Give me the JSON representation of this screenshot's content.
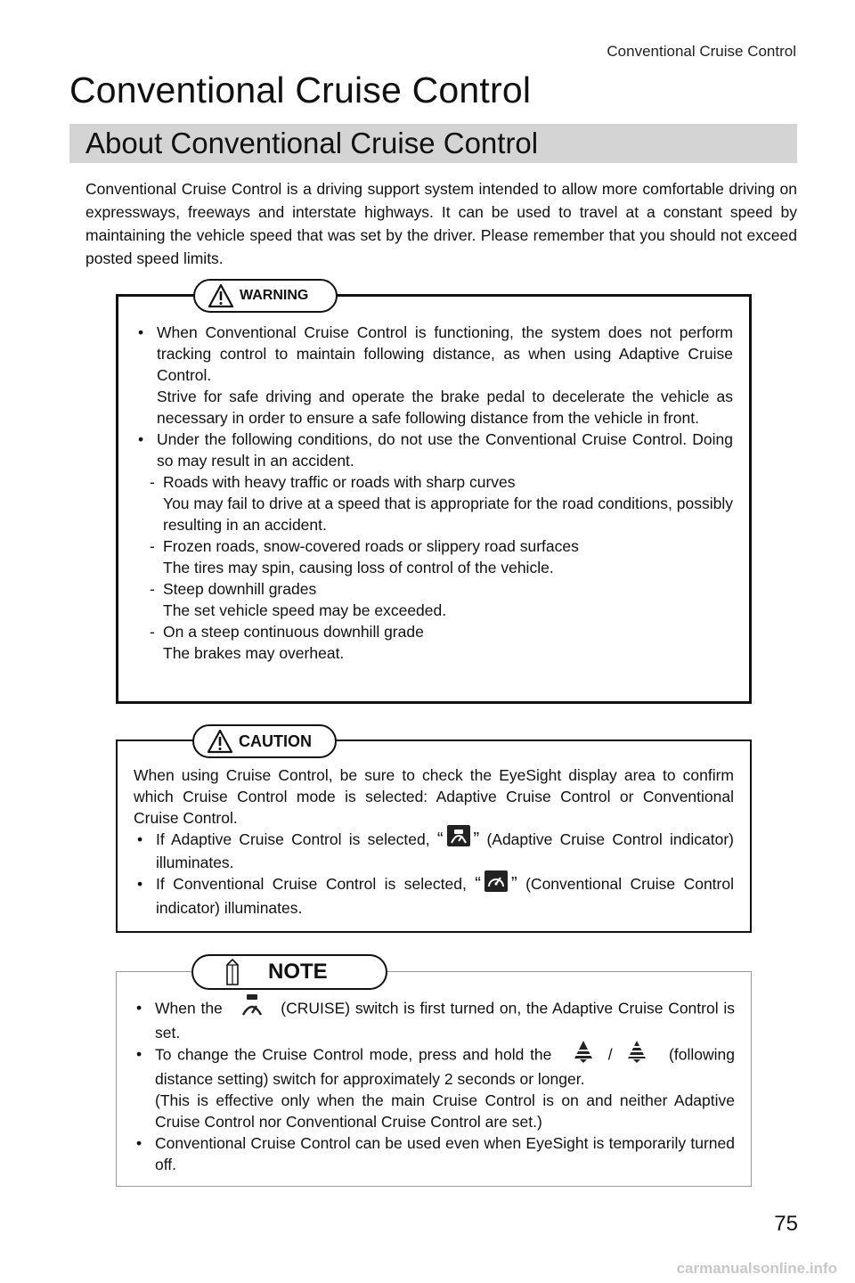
{
  "header": {
    "running_title": "Conventional Cruise Control"
  },
  "page": {
    "title": "Conventional Cruise Control",
    "section_title": "About Conventional Cruise Control",
    "intro": "Conventional Cruise Control is a driving support system intended to allow more comfortable driving on expressways, freeways and interstate highways. It can be used to travel at a constant speed by maintaining the vehicle speed that was set by the driver. Please remember that you should not exceed posted speed limits.",
    "page_number": "75"
  },
  "warning": {
    "label": "WARNING",
    "b1_p1": "When Conventional Cruise Control is functioning, the system does not perform tracking control to maintain following distance, as when using Adaptive Cruise Control.",
    "b1_p2": "Strive for safe driving and operate the brake pedal to decelerate the vehicle as necessary in order to ensure a safe following distance from the vehicle in front.",
    "b2": "Under the following conditions, do not use the Conventional Cruise Control. Doing so may result in an accident.",
    "conditions": [
      {
        "title": "Roads with heavy traffic or roads with sharp curves",
        "detail": "You may fail to drive at a speed that is appropriate for the road conditions, possibly resulting in an accident."
      },
      {
        "title": "Frozen roads, snow-covered roads or slippery road surfaces",
        "detail": "The tires may spin, causing loss of control of the vehicle."
      },
      {
        "title": "Steep downhill grades",
        "detail": "The set vehicle speed may be exceeded."
      },
      {
        "title": "On a steep continuous downhill grade",
        "detail": "The brakes may overheat."
      }
    ]
  },
  "caution": {
    "label": "CAUTION",
    "intro": "When using Cruise Control, be sure to check the EyeSight display area to confirm which Cruise Control mode is selected: Adaptive Cruise Control or Conventional Cruise Control.",
    "b1_pre": "If Adaptive Cruise Control is selected,",
    "b1_post": "(Adaptive Cruise Control indicator) illuminates.",
    "b2_pre": "If Conventional Cruise Control is selected,",
    "b2_post": "(Conventional Cruise Control indicator) illuminates.",
    "open_quote": "“",
    "close_quote": "”"
  },
  "note": {
    "label": "NOTE",
    "b1_pre": "When the",
    "b1_post": "(CRUISE) switch is first turned on, the Adaptive Cruise Control is set.",
    "b2_pre": "To change the Cruise Control mode, press and hold the",
    "b2_sep": "/",
    "b2_post": "(following distance setting) switch for approximately 2 seconds or longer.",
    "b2_paren": "(This is effective only when the main Cruise Control is on and neither Adaptive Cruise Control nor Conventional Cruise Control are set.)",
    "b3": "Conventional Cruise Control can be used even when EyeSight is temporarily turned off."
  },
  "watermark": "carmanualsonline.info",
  "icons": {
    "warning": "warning-triangle-icon",
    "caution": "caution-triangle-icon",
    "note": "pencil-note-icon",
    "adaptive_indicator": "adaptive-cruise-indicator-icon",
    "conventional_indicator": "conventional-cruise-indicator-icon",
    "cruise_switch": "cruise-switch-icon",
    "distance_switch": "following-distance-switch-icon"
  }
}
